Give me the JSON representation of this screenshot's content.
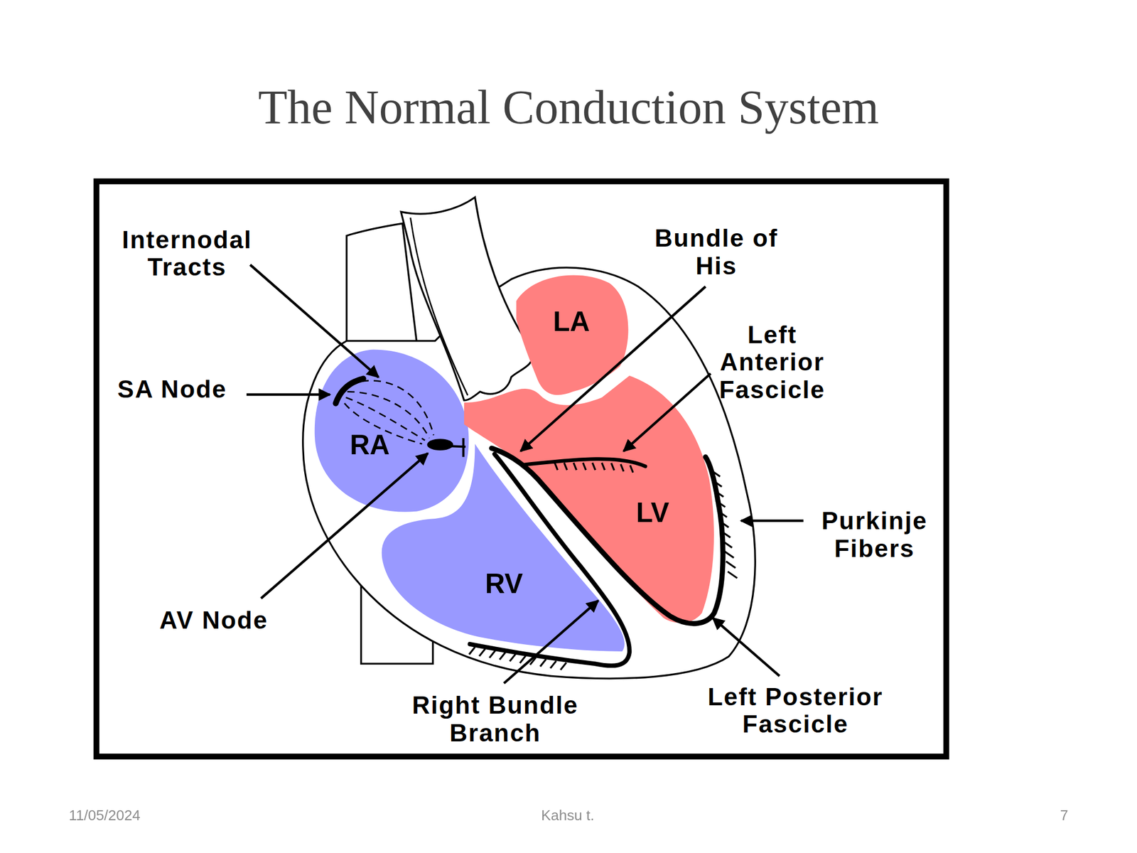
{
  "diagram": {
    "title": "The Normal Conduction System",
    "nodes": [
      {
        "text": [
          "LA"
        ]
      },
      {
        "text": [
          "RA"
        ]
      },
      {
        "text": [
          "LV"
        ]
      },
      {
        "text": [
          "RV"
        ]
      }
    ],
    "labels": [
      "Internodal Tracts",
      "Bundle of His",
      "Left Anterior Fascicle",
      "SA Node",
      "AV Node",
      "Purkinje Fibers",
      "Right Bundle Branch",
      "Left Posterior Fascicle",
      "11/05/2024",
      "Kahsu t.",
      "7"
    ]
  }
}
